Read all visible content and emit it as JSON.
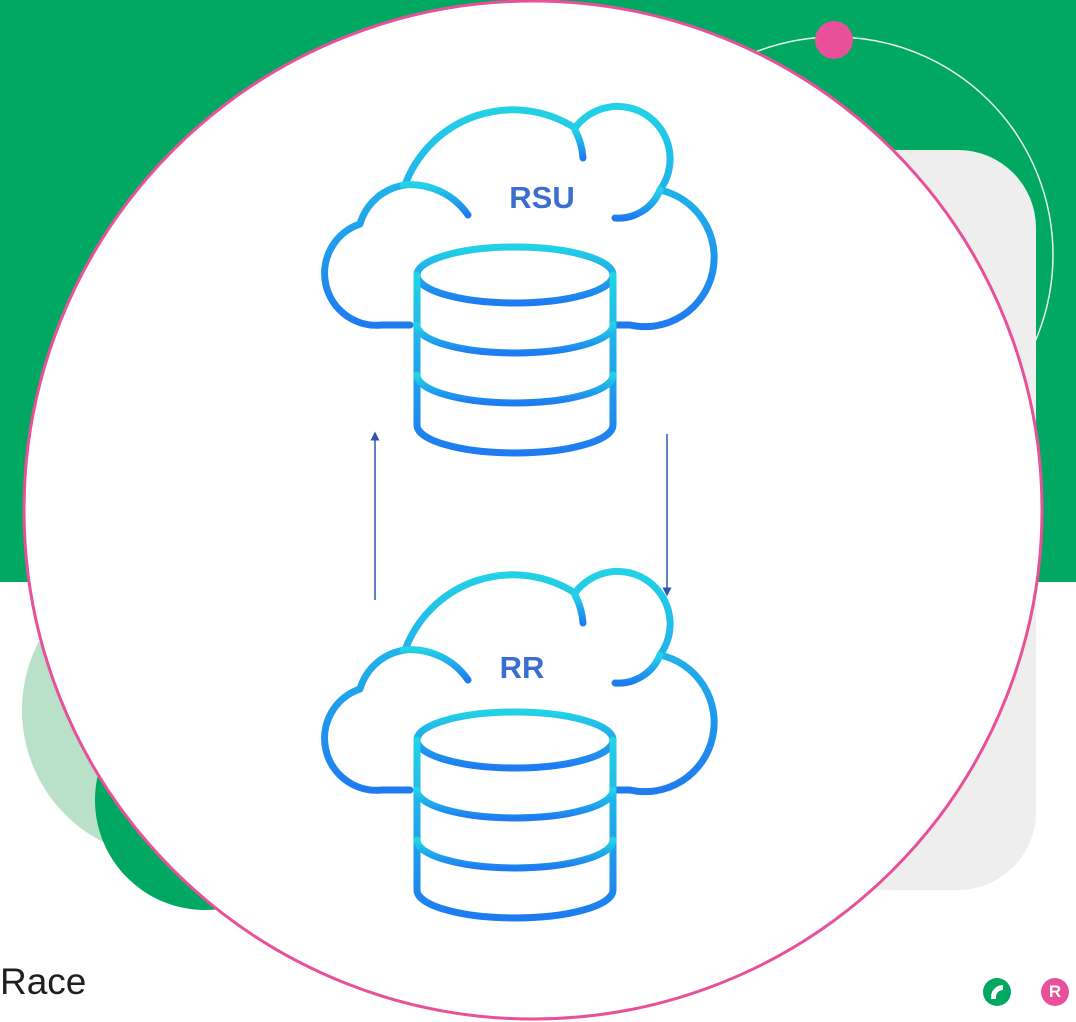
{
  "diagram": {
    "nodes": [
      {
        "id": "rsu",
        "label": "RSU",
        "icon": "cloud-database-icon"
      },
      {
        "id": "rr",
        "label": "RR",
        "icon": "cloud-database-icon"
      }
    ],
    "edges": [
      {
        "from": "rr",
        "to": "rsu",
        "direction": "up"
      },
      {
        "from": "rsu",
        "to": "rr",
        "direction": "down"
      }
    ]
  },
  "slide": {
    "partial_text": "Race",
    "logos": [
      "leaf-logo-icon",
      "r-logo-icon"
    ],
    "logo_letter": "R"
  },
  "colors": {
    "green": "#00a862",
    "light_green": "#b9e0c8",
    "pink": "#e8509a",
    "grey_panel": "#eeeeee",
    "arrow": "#2f56b0",
    "label": "#3a6fd0",
    "icon_gradient_top": "#22d3e6",
    "icon_gradient_bottom": "#1e7bf0"
  }
}
